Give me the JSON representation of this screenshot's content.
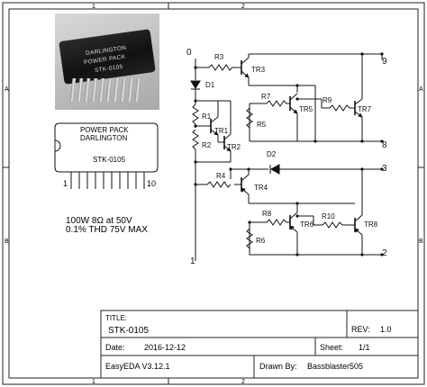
{
  "border": {
    "cols_top": [
      "1",
      "2"
    ],
    "cols_bottom": [
      "1",
      "2"
    ],
    "rows_left": [
      "A",
      "B"
    ],
    "rows_right": [
      "A",
      "B"
    ]
  },
  "photo": {
    "label_line1": "DARLINGTON",
    "label_line2": "POWER PACK",
    "label_line3": "STK-0105"
  },
  "symbol": {
    "line1": "POWER PACK",
    "line2": "DARLINGTON",
    "part": "STK-0105",
    "pin_first": "1",
    "pin_last": "10"
  },
  "specs": {
    "line1": "100W 8Ω at 50V",
    "line2": "0.1% THD 75V MAX"
  },
  "schematic": {
    "components": [
      "R3",
      "TR3",
      "D1",
      "R1",
      "TR1",
      "R2",
      "TR2",
      "R7",
      "R5",
      "TR5",
      "R9",
      "TR7",
      "D2",
      "R4",
      "TR4",
      "R8",
      "TR6",
      "R10",
      "TR8",
      "R6"
    ],
    "pins": [
      "0",
      "9",
      "8",
      "3",
      "2",
      "1"
    ]
  },
  "title_block": {
    "title_label": "TITLE:",
    "title_value": "STK-0105",
    "rev_label": "REV:",
    "rev_value": "1.0",
    "date_label": "Date:",
    "date_value": "2016-12-12",
    "sheet_label": "Sheet:",
    "sheet_value": "1/1",
    "tool": "EasyEDA V3.12.1",
    "drawn_label": "Drawn By:",
    "drawn_value": "Bassblaster505"
  }
}
